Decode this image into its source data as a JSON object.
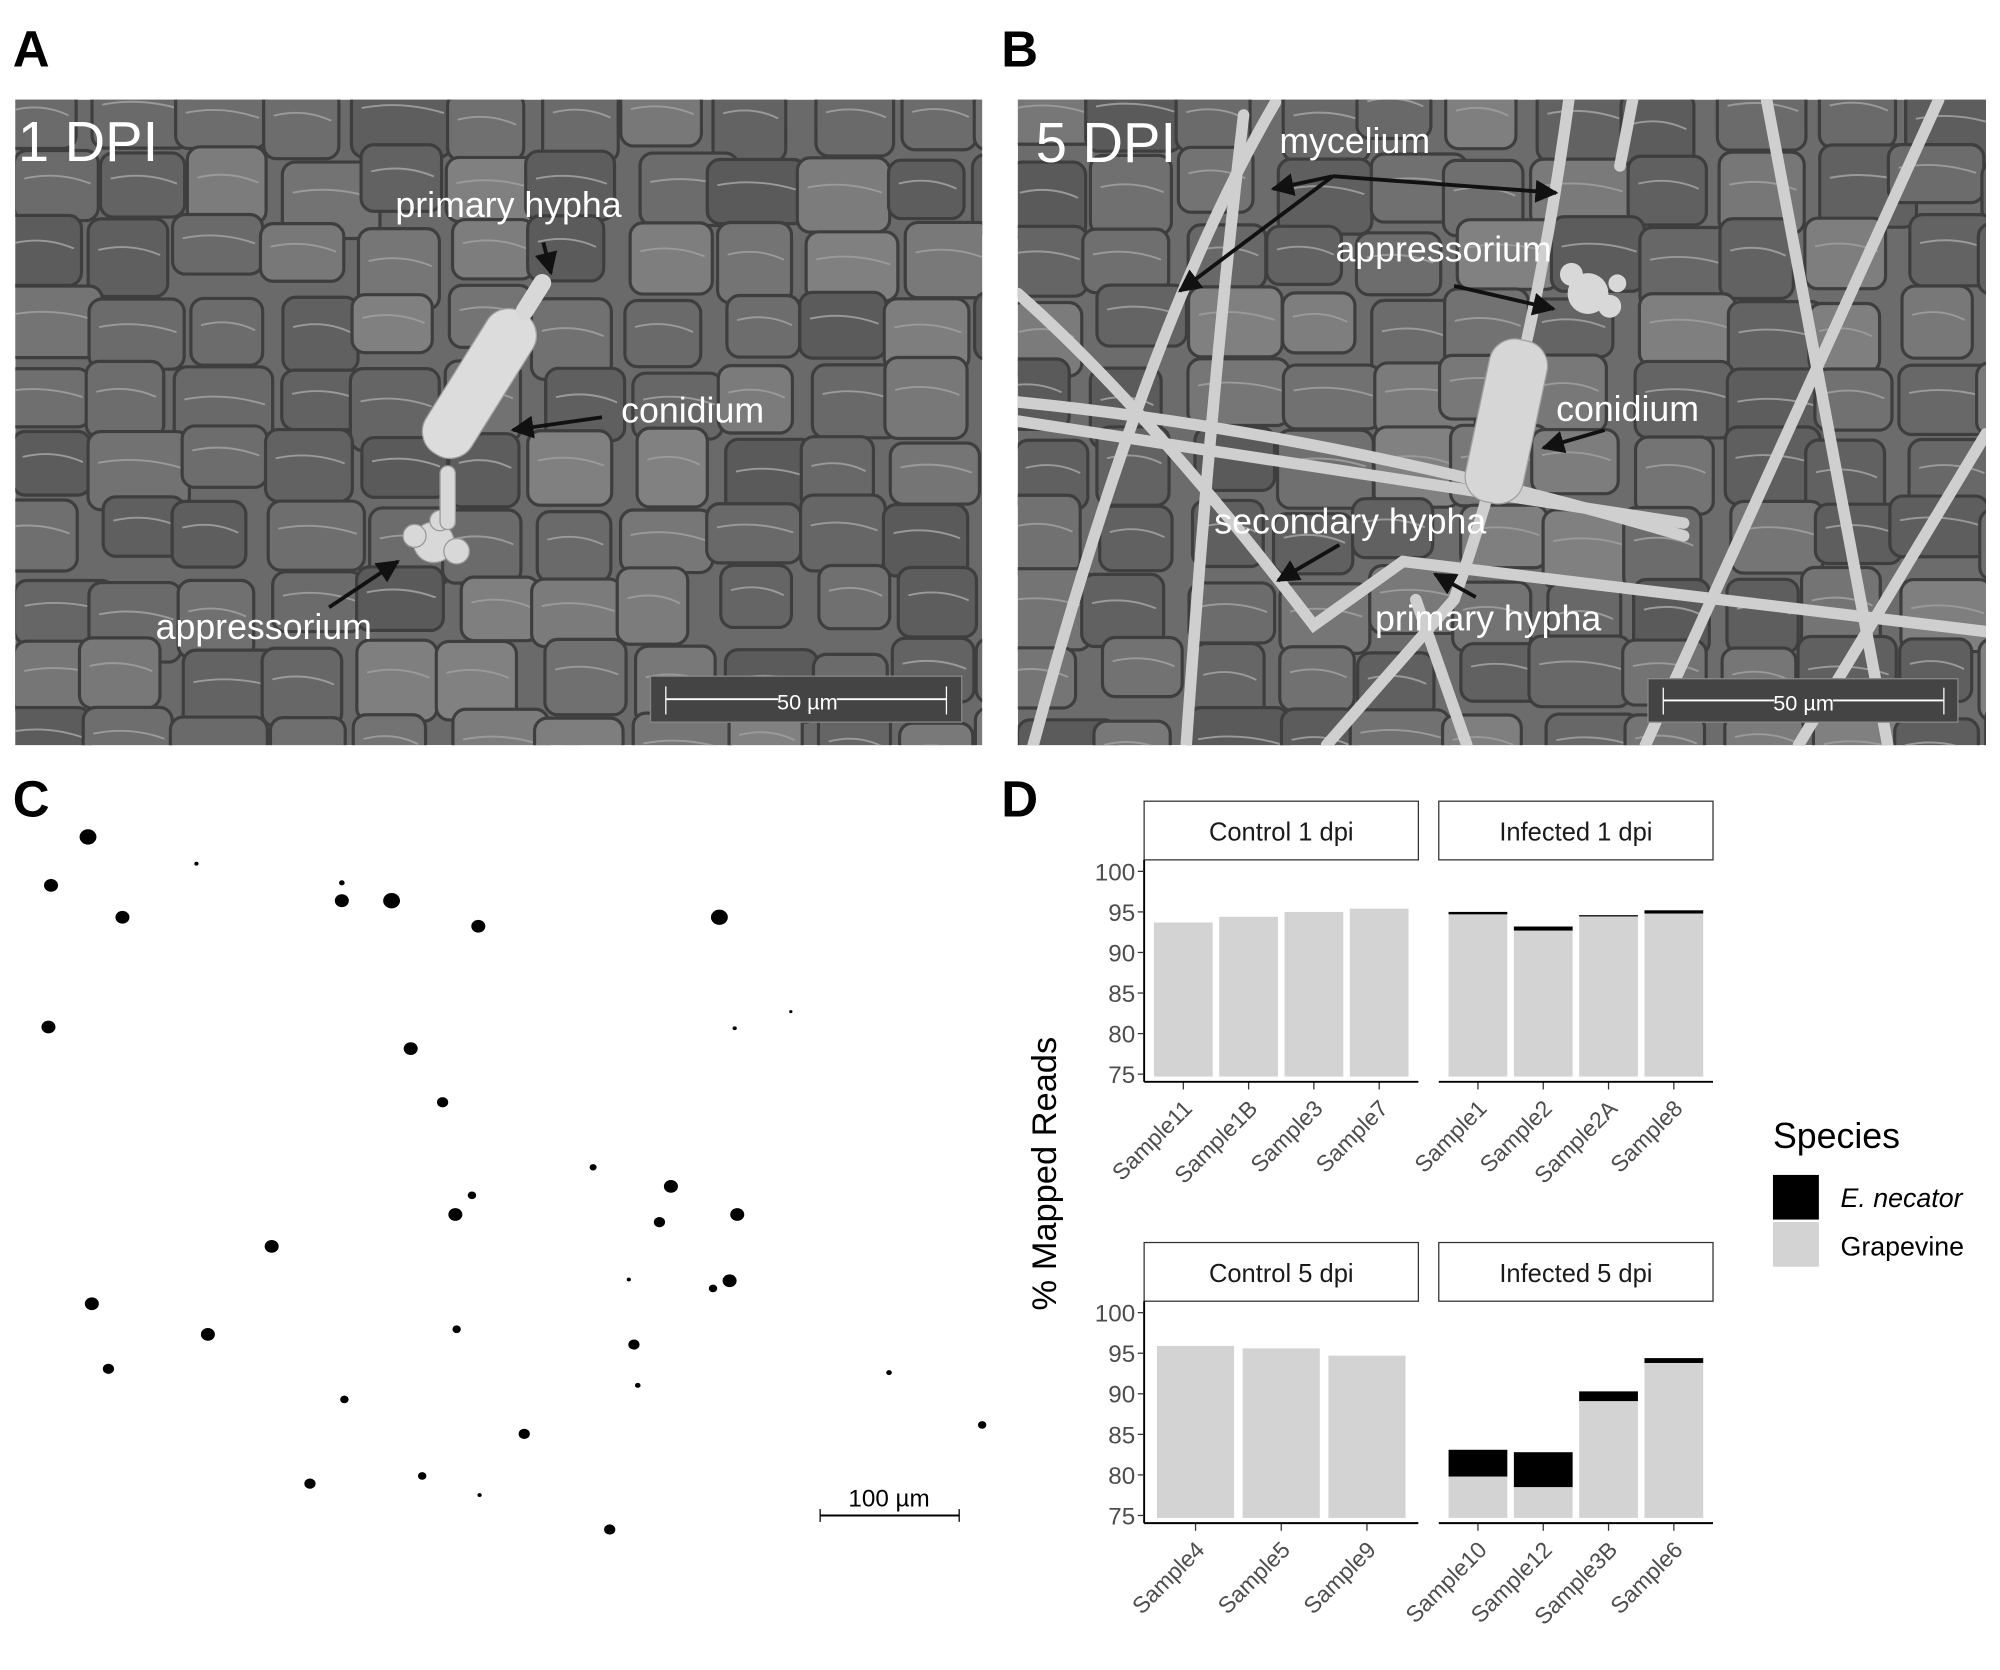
{
  "panels": {
    "a": {
      "letter": "A",
      "time": "1 DPI",
      "labels": {
        "primary_hypha": "primary hypha",
        "conidium": "conidium",
        "appressorium": "appressorium"
      },
      "scale_bar": "50 µm"
    },
    "b": {
      "letter": "B",
      "time": "5 DPI",
      "labels": {
        "mycelium": "mycelium",
        "appressorium": "appressorium",
        "conidium": "conidium",
        "secondary_hypha": "secondary hypha",
        "primary_hypha": "primary hypha"
      },
      "scale_bar": "50 µm"
    },
    "c": {
      "letter": "C",
      "scale_bar": "100 µm"
    },
    "d": {
      "letter": "D"
    }
  },
  "chart_data": {
    "type": "bar",
    "stacked": true,
    "ylabel": "% Mapped Reads",
    "ylim": [
      75,
      100
    ],
    "yticks": [
      75,
      80,
      85,
      90,
      95,
      100
    ],
    "legend": {
      "title": "Species",
      "position": "right",
      "entries": [
        {
          "name": "E. necator",
          "color": "#000000"
        },
        {
          "name": "Grapevine",
          "color": "#d3d3d3"
        }
      ]
    },
    "facets": [
      {
        "title": "Control 1 dpi",
        "categories": [
          "Sample11",
          "Sample1B",
          "Sample3",
          "Sample7"
        ],
        "grapevine": [
          93.7,
          94.4,
          95.0,
          95.4
        ],
        "e_necator": [
          0,
          0,
          0,
          0
        ]
      },
      {
        "title": "Infected 1 dpi",
        "categories": [
          "Sample1",
          "Sample2",
          "Sample2A",
          "Sample8"
        ],
        "grapevine": [
          94.7,
          92.7,
          94.5,
          94.8
        ],
        "e_necator": [
          0.3,
          0.5,
          0.1,
          0.4
        ]
      },
      {
        "title": "Control 5 dpi",
        "categories": [
          "Sample4",
          "Sample5",
          "Sample9"
        ],
        "grapevine": [
          95.9,
          95.6,
          94.7
        ],
        "e_necator": [
          0,
          0,
          0
        ]
      },
      {
        "title": "Infected 5 dpi",
        "categories": [
          "Sample10",
          "Sample12",
          "Sample3B",
          "Sample6"
        ],
        "grapevine": [
          79.8,
          78.5,
          89.1,
          93.8
        ],
        "e_necator": [
          3.3,
          4.3,
          1.2,
          0.6
        ]
      }
    ]
  }
}
